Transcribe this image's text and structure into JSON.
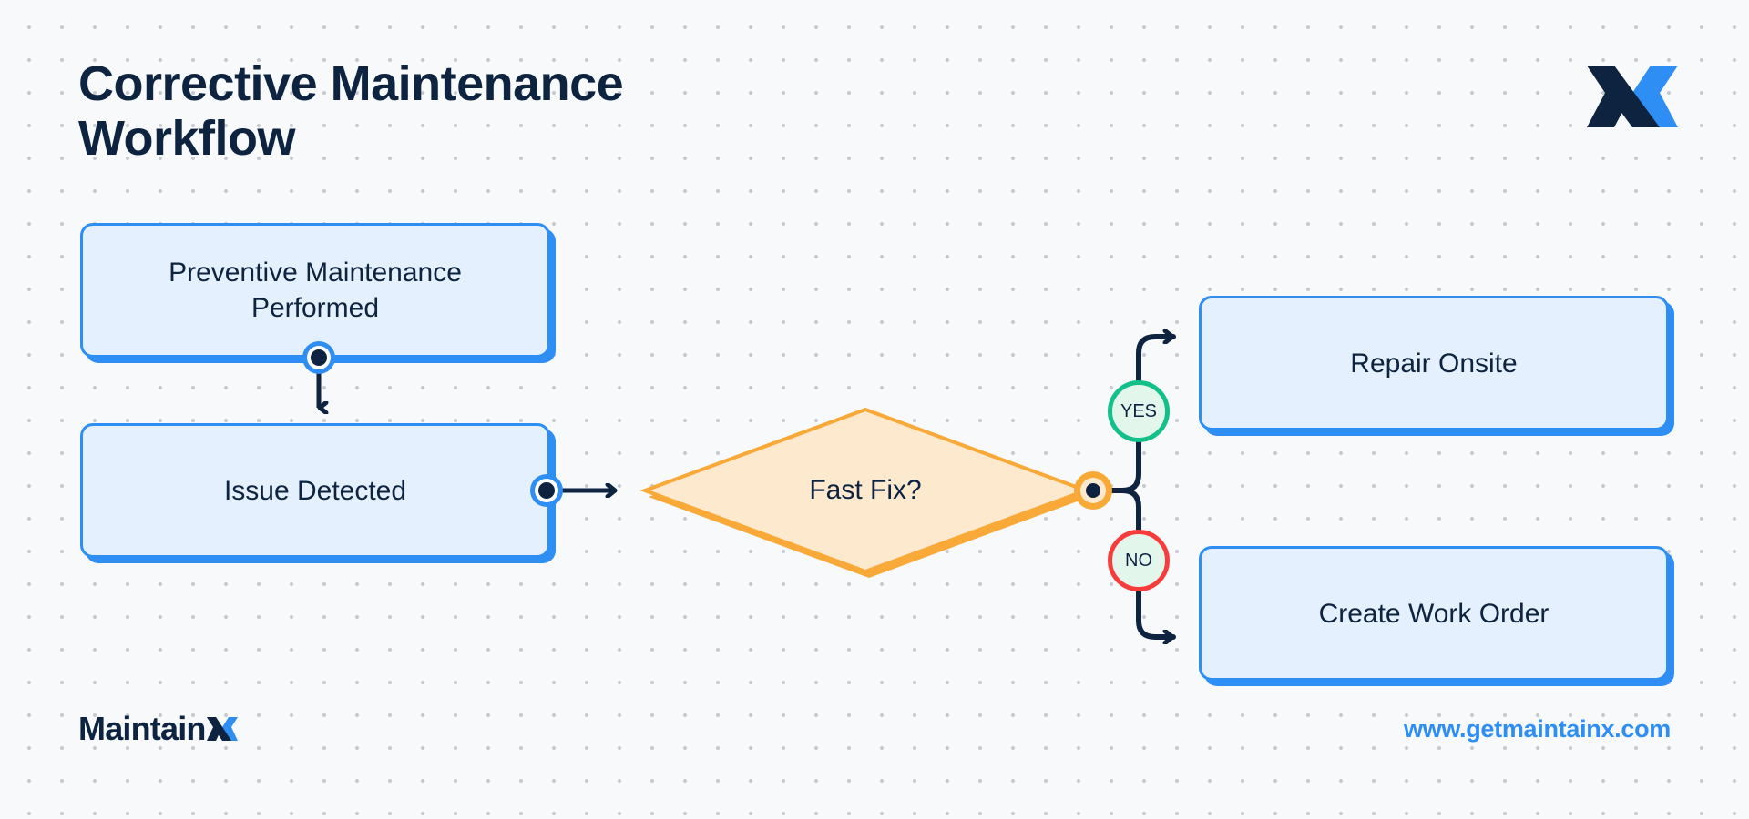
{
  "page": {
    "title": "Corrective Maintenance\nWorkflow",
    "background_color": "#f7f9fb",
    "dot_grid_color": "#c8ccd2"
  },
  "brand": {
    "logo_icon": "maintainx-x-logo-icon",
    "logo_dark_color": "#0d2340",
    "logo_blue_color": "#2f8ef4",
    "wordmark": "Maintain",
    "wordmark_mark": "X",
    "url": "www.getmaintainx.com",
    "url_color": "#2f8ef4"
  },
  "diagram": {
    "type": "flowchart",
    "nodes": [
      {
        "id": "pm",
        "label": "Preventive Maintenance\nPerformed",
        "shape": "rounded-rectangle",
        "fill": "#e4f0fd",
        "stroke": "#2f8ef4"
      },
      {
        "id": "issue",
        "label": "Issue Detected",
        "shape": "rounded-rectangle",
        "fill": "#e4f0fd",
        "stroke": "#2f8ef4"
      },
      {
        "id": "decision",
        "label": "Fast Fix?",
        "shape": "diamond",
        "fill": "#fde9cd",
        "stroke": "#f9a938"
      },
      {
        "id": "repair",
        "label": "Repair Onsite",
        "shape": "rounded-rectangle",
        "fill": "#e4f0fd",
        "stroke": "#2f8ef4"
      },
      {
        "id": "workorder",
        "label": "Create Work Order",
        "shape": "rounded-rectangle",
        "fill": "#e4f0fd",
        "stroke": "#2f8ef4"
      }
    ],
    "edges": [
      {
        "id": "pm-to-issue",
        "from": "pm",
        "to": "issue",
        "label": ""
      },
      {
        "id": "issue-to-decision",
        "from": "issue",
        "to": "decision",
        "label": ""
      },
      {
        "id": "decision-to-repair",
        "from": "decision",
        "to": "repair",
        "label": "YES"
      },
      {
        "id": "decision-to-workorder",
        "from": "decision",
        "to": "workorder",
        "label": "NO"
      }
    ],
    "branch_badges": [
      {
        "id": "yes",
        "label": "YES",
        "stroke": "#14c08a",
        "fill": "#e3f6ec"
      },
      {
        "id": "no",
        "label": "NO",
        "stroke": "#f73c3c",
        "fill": "#e3f6ec"
      }
    ],
    "edge_color": "#0d2340",
    "connector_blue": "#2f8ef4",
    "connector_orange": "#f9a938"
  }
}
